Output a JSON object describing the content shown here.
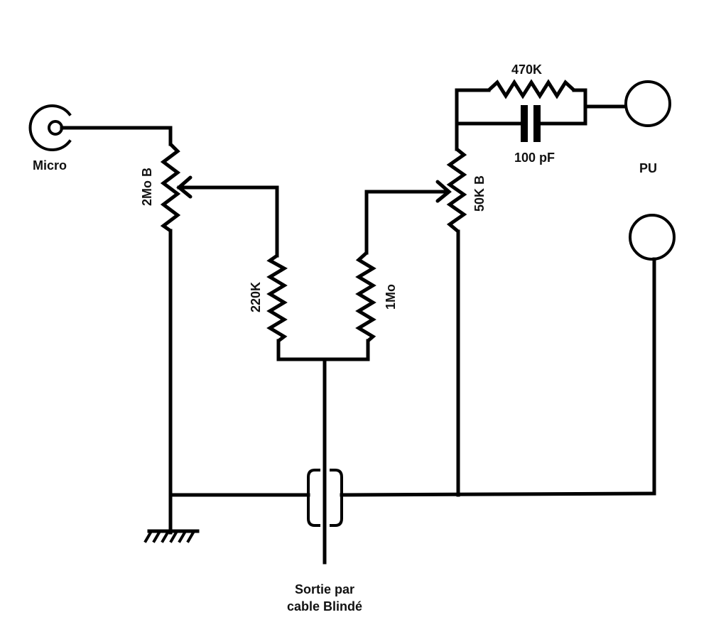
{
  "diagram": {
    "type": "circuit-schematic",
    "labels": {
      "micro": "Micro",
      "pot_volume": "2Mo B",
      "resistor_left": "220K",
      "resistor_right": "1Mo",
      "pot_tone": "50K B",
      "resistor_top": "470K",
      "capacitor": "100 pF",
      "pickup": "PU",
      "output_line1": "Sortie par",
      "output_line2": "cable Blindé"
    },
    "components": [
      {
        "id": "micro-jack",
        "kind": "connector",
        "label": "Micro"
      },
      {
        "id": "pot-2mo",
        "kind": "potentiometer",
        "value": "2Mo B"
      },
      {
        "id": "r-220k",
        "kind": "resistor",
        "value": "220K"
      },
      {
        "id": "r-1mo",
        "kind": "resistor",
        "value": "1Mo"
      },
      {
        "id": "pot-50k",
        "kind": "potentiometer",
        "value": "50K B"
      },
      {
        "id": "r-470k",
        "kind": "resistor",
        "value": "470K"
      },
      {
        "id": "c-100pf",
        "kind": "capacitor",
        "value": "100 pF"
      },
      {
        "id": "pickup",
        "kind": "pickup-terminals",
        "label": "PU"
      },
      {
        "id": "shielded-output",
        "kind": "shielded-cable",
        "label": "Sortie par cable Blindé"
      },
      {
        "id": "ground",
        "kind": "ground"
      }
    ],
    "stroke_color": "#000000",
    "background": "#ffffff"
  }
}
